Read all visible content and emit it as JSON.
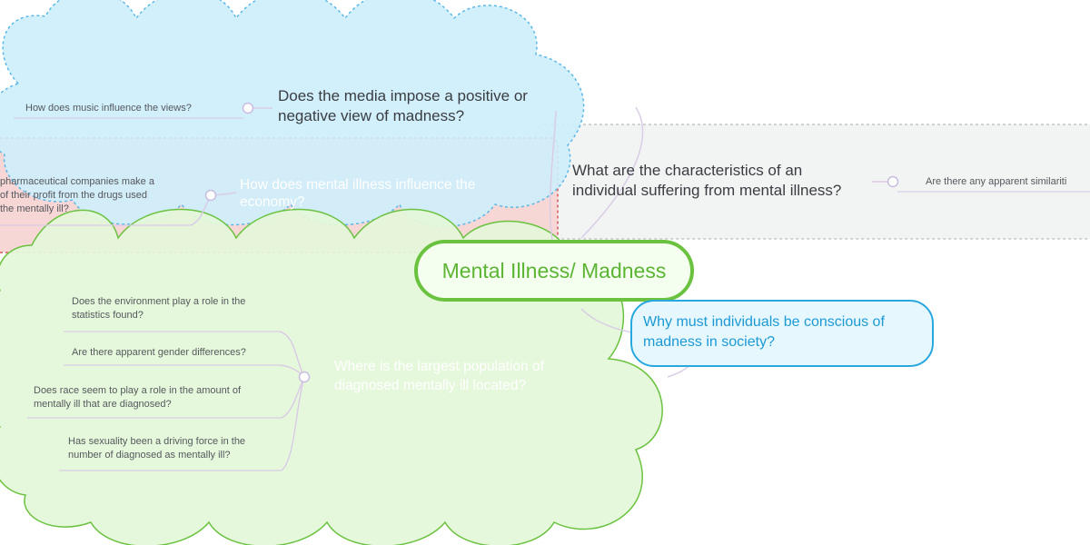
{
  "central": {
    "label": "Mental Illness/ Madness"
  },
  "topics": {
    "media": {
      "label_line1": "Does the media impose a positive or",
      "label_line2": "negative view of madness?",
      "subtopics": [
        "How does music influence the views?"
      ]
    },
    "economy": {
      "label_line1": "How does mental illness influence the",
      "label_line2": "economy?",
      "subtopics": [
        {
          "line1": "pharmaceutical companies make a",
          "line2": "of their profit from the drugs used",
          "line3": "the mentally ill?"
        }
      ]
    },
    "characteristics": {
      "label_line1": "What are the characteristics of an",
      "label_line2": "individual suffering from mental illness?",
      "subtopics": [
        "Are there any apparent similariti"
      ]
    },
    "why": {
      "label_line1": "Why must individuals be conscious of",
      "label_line2": "madness in society?"
    },
    "population": {
      "label_line1": "Where is the largest population of",
      "label_line2": "diagnosed mentally ill located?",
      "subtopics": [
        {
          "line1": "Does the environment play a role in the",
          "line2": "statistics found?"
        },
        {
          "line1": "Are there apparent gender differences?",
          "line2": ""
        },
        {
          "line1": "Does race seem to play a role in the amount of",
          "line2": "mentally ill that are diagnosed?"
        },
        {
          "line1": "Has sexuality been a driving force in the",
          "line2": "number of diagnosed as mentally ill?"
        }
      ]
    }
  },
  "colors": {
    "blue_cloud": "#cdeefc",
    "blue_border": "#5bb8e6",
    "pink_box": "#f7d6d6",
    "pink_border": "#e07a7a",
    "gray_box": "#f2f3f3",
    "green_cloud": "#e4f7d9",
    "green_border": "#6ac23f",
    "connector": "#d9cde6"
  }
}
